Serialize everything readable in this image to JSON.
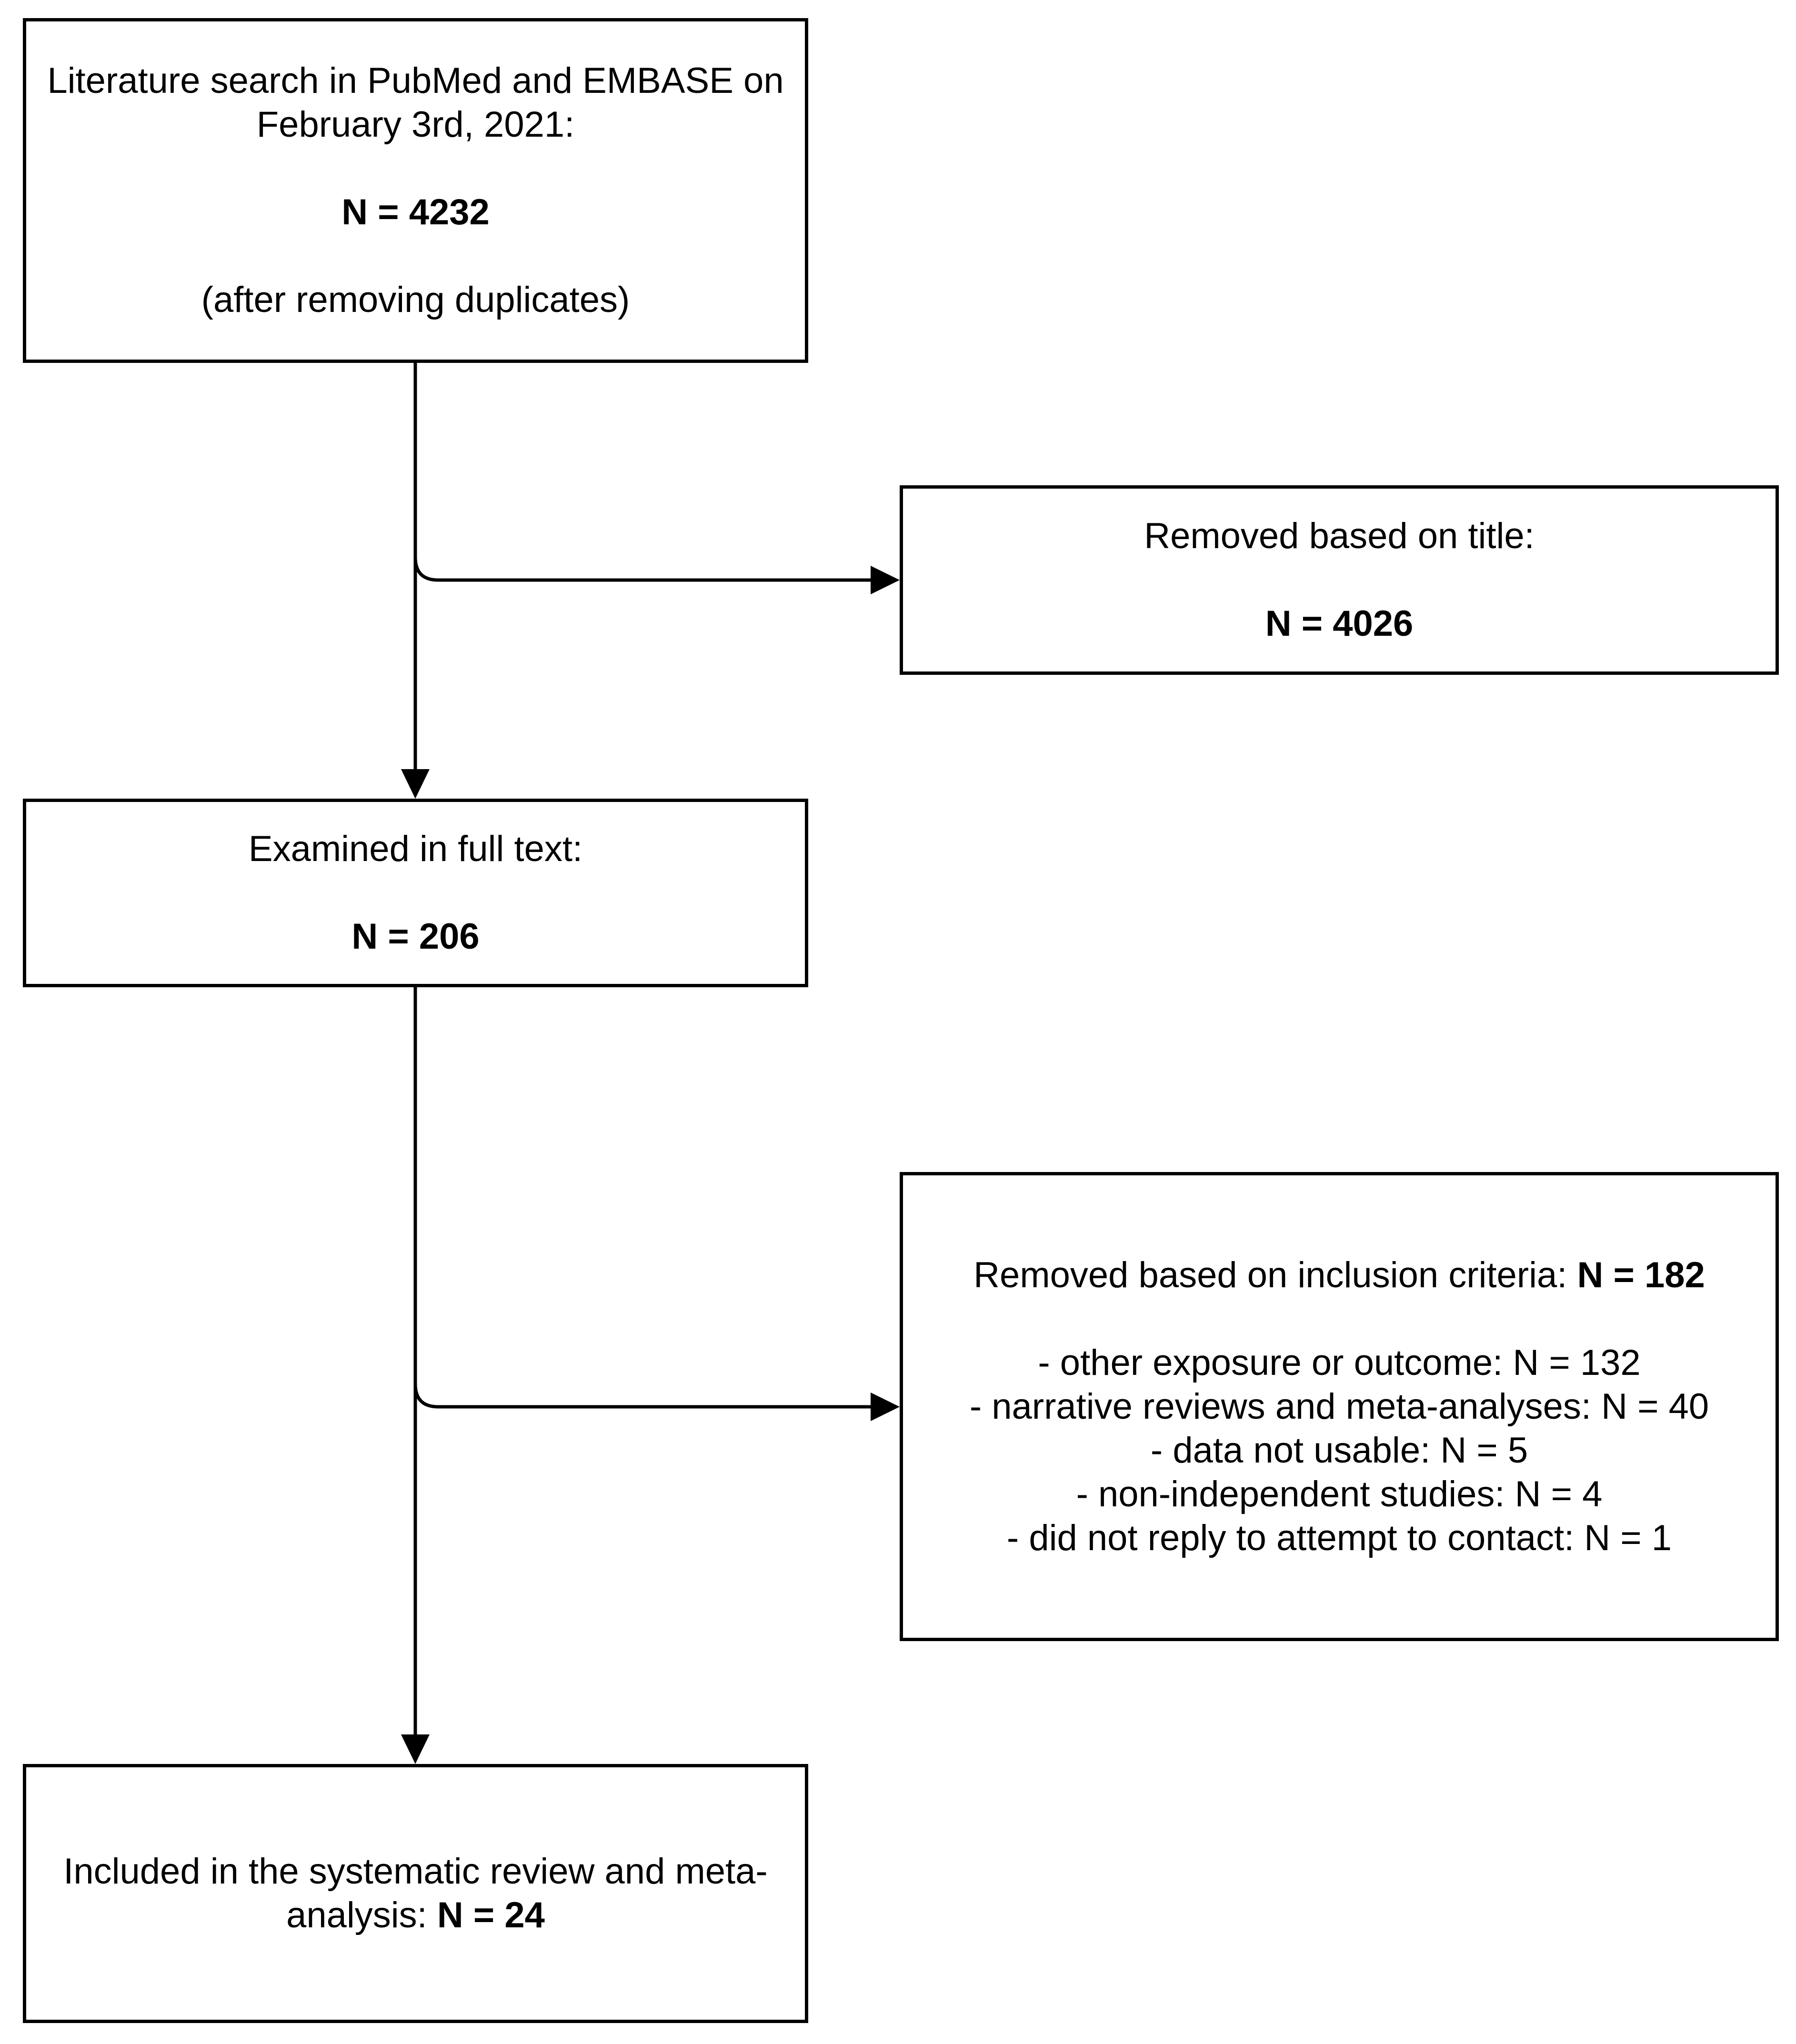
{
  "flowchart": {
    "search": {
      "line1": "Literature search in PubMed and EMBASE on",
      "line2": "February 3rd, 2021:",
      "count": "N = 4232",
      "note": "(after removing duplicates)"
    },
    "removed_title": {
      "label": "Removed based on title:",
      "count": "N = 4026"
    },
    "full_text": {
      "label": "Examined in full text:",
      "count": "N = 206"
    },
    "removed_criteria": {
      "label": "Removed based on inclusion criteria: ",
      "count": "N = 182",
      "reasons": [
        "- other exposure or outcome: N = 132",
        "- narrative reviews and meta-analyses: N = 40",
        "- data not usable: N = 5",
        "- non-independent studies: N = 4",
        "- did not reply to attempt to contact: N = 1"
      ]
    },
    "included": {
      "line1": "Included in the systematic review and meta-",
      "line2": "analysis: ",
      "count": "N = 24"
    }
  }
}
